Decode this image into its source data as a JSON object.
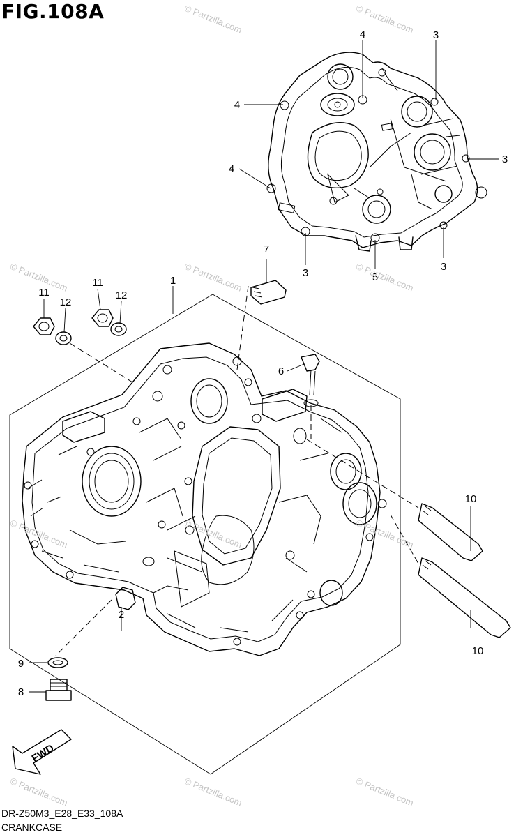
{
  "figure": {
    "title": "FIG.108A",
    "code": "DR-Z50M3_E28_E33_108A",
    "caption": "CRANKCASE",
    "fwd_label": "FWD"
  },
  "watermark": {
    "text": "© Partzilla.com"
  },
  "callouts": {
    "c1": "1",
    "c2": "2",
    "c3a": "3",
    "c3b": "3",
    "c3c": "3",
    "c3d": "3",
    "c4a": "4",
    "c4b": "4",
    "c4c": "4",
    "c5": "5",
    "c6": "6",
    "c7": "7",
    "c8": "8",
    "c9": "9",
    "c10a": "10",
    "c10b": "10",
    "c11a": "11",
    "c11b": "11",
    "c12a": "12",
    "c12b": "12"
  }
}
